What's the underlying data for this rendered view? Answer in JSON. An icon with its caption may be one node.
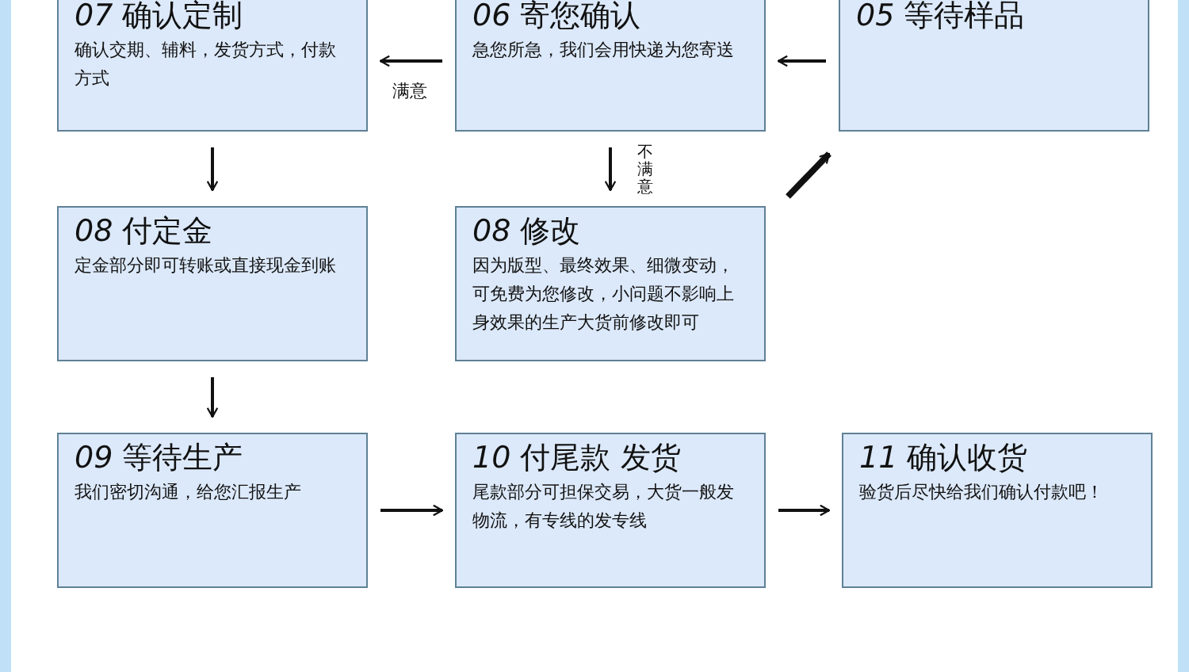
{
  "diagram": {
    "nodes": [
      {
        "text": [
          "*07* 确认定制",
          "确认交期、辅料，发货方式，付款方式"
        ]
      },
      {
        "text": [
          "*06* 寄您确认",
          "急您所急，我们会用快递为您寄送"
        ]
      },
      {
        "text": [
          "*05* 等待样品"
        ]
      },
      {
        "text": [
          "*08* 付定金",
          "定金部分即可转账或直接现金到账"
        ]
      },
      {
        "text": [
          "*08* 修改",
          "因为版型、最终效果、细微变动，可免费为您修改，小问题不影响上身效果的生产大货前修改即可"
        ]
      },
      {
        "text": [
          "*09* 等待生产",
          "我们密切沟通，给您汇报生产"
        ]
      },
      {
        "text": [
          "*10* 付尾款 发货",
          "尾款部分可担保交易，大货一般发物流，有专线的发专线"
        ]
      },
      {
        "text": [
          "*11* 确认收货",
          "验货后尽快给我们确认付款吧！"
        ]
      }
    ],
    "edges": [
      {
        "from": 2,
        "to": 1,
        "arrow": "to"
      },
      {
        "from": 1,
        "to": 0,
        "arrow": "to",
        "label": "满意"
      },
      {
        "from": 0,
        "to": 3,
        "arrow": "to"
      },
      {
        "from": 1,
        "to": 4,
        "arrow": "to",
        "label": "不满意"
      },
      {
        "from": 4,
        "to": 2,
        "arrow": "to",
        "style": "thick"
      },
      {
        "from": 3,
        "to": 5,
        "arrow": "to"
      },
      {
        "from": 5,
        "to": 6,
        "arrow": "to"
      },
      {
        "from": 6,
        "to": 7,
        "arrow": "to"
      }
    ]
  }
}
